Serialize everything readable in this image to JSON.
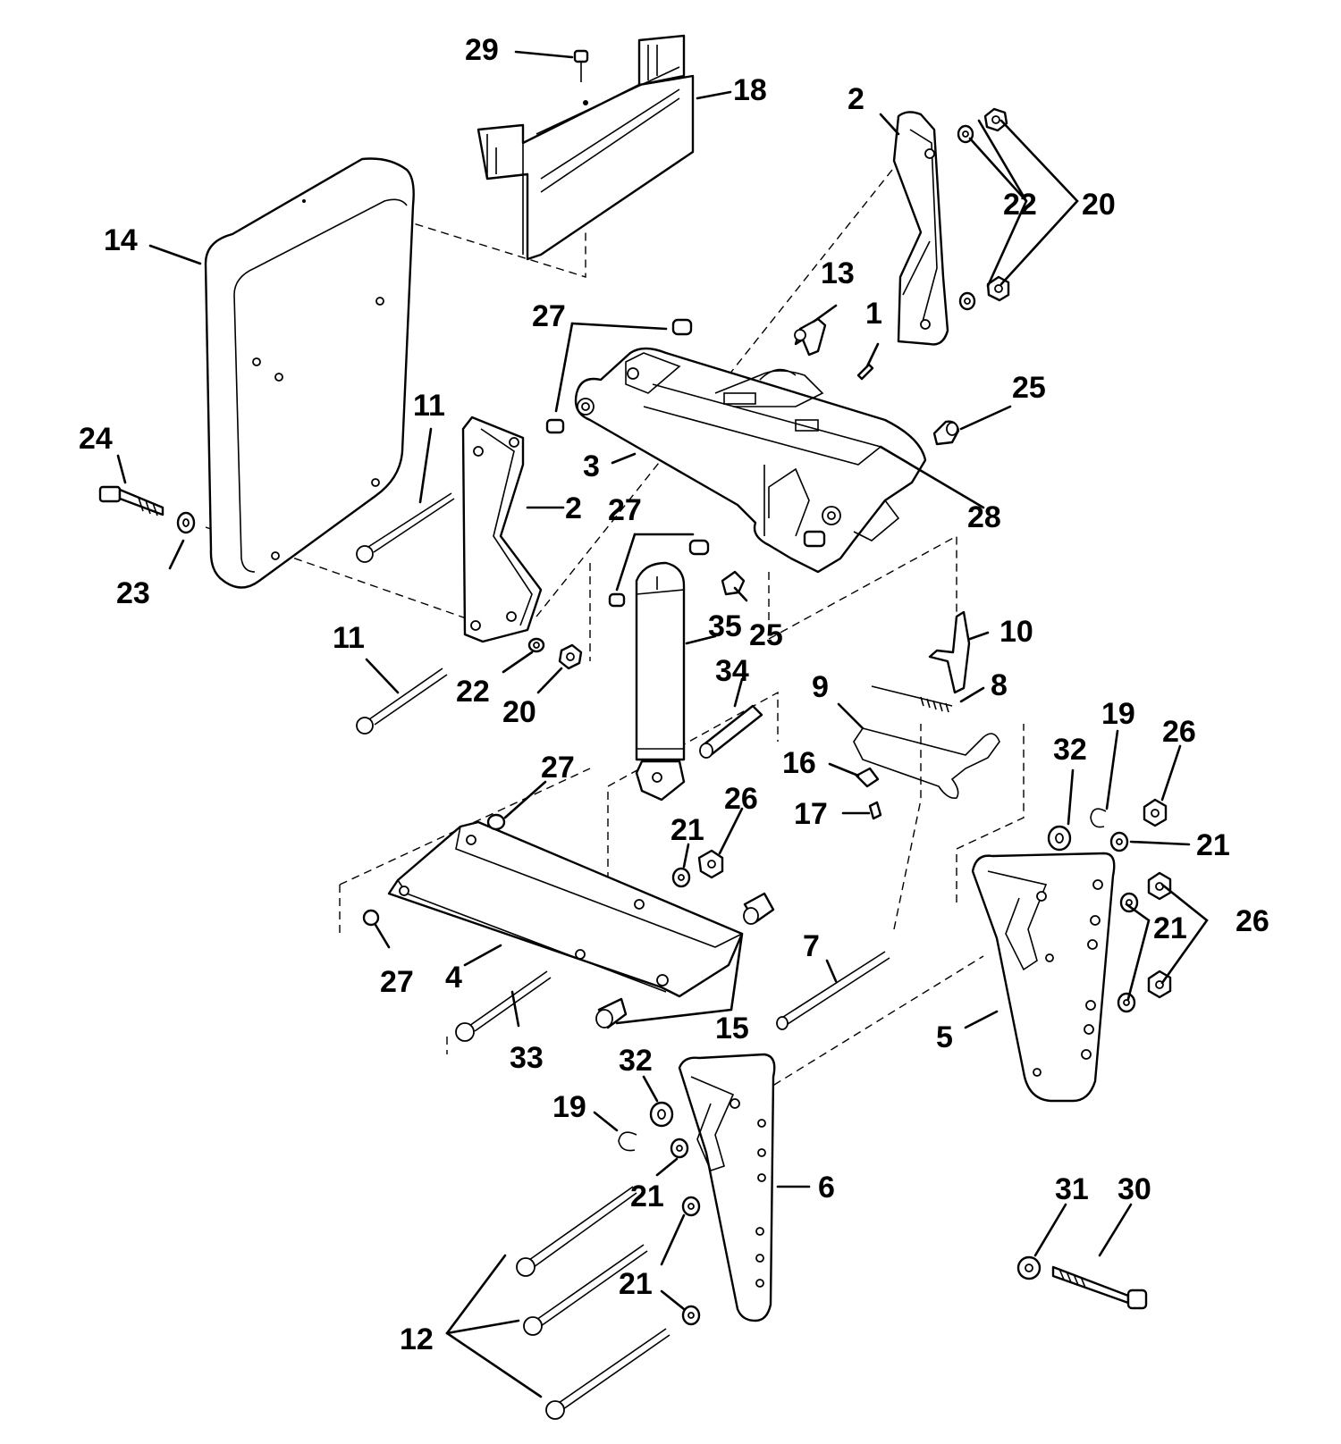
{
  "callouts": {
    "c1": "1",
    "c2a": "2",
    "c2b": "2",
    "c3": "3",
    "c4": "4",
    "c5": "5",
    "c6": "6",
    "c7": "7",
    "c8": "8",
    "c9": "9",
    "c10": "10",
    "c11a": "11",
    "c11b": "11",
    "c12": "12",
    "c13": "13",
    "c14": "14",
    "c15": "15",
    "c16": "16",
    "c17": "17",
    "c18": "18",
    "c19a": "19",
    "c19b": "19",
    "c20a": "20",
    "c20b": "20",
    "c21a": "21",
    "c21b": "21",
    "c21c": "21",
    "c21d": "21",
    "c21e": "21",
    "c22a": "22",
    "c22b": "22",
    "c23": "23",
    "c24": "24",
    "c25a": "25",
    "c25b": "25",
    "c26a": "26",
    "c26b": "26",
    "c26c": "26",
    "c27a": "27",
    "c27b": "27",
    "c27c": "27",
    "c27d": "27",
    "c28": "28",
    "c29": "29",
    "c30": "30",
    "c31": "31",
    "c32a": "32",
    "c32b": "32",
    "c33": "33",
    "c34": "34",
    "c35": "35"
  }
}
